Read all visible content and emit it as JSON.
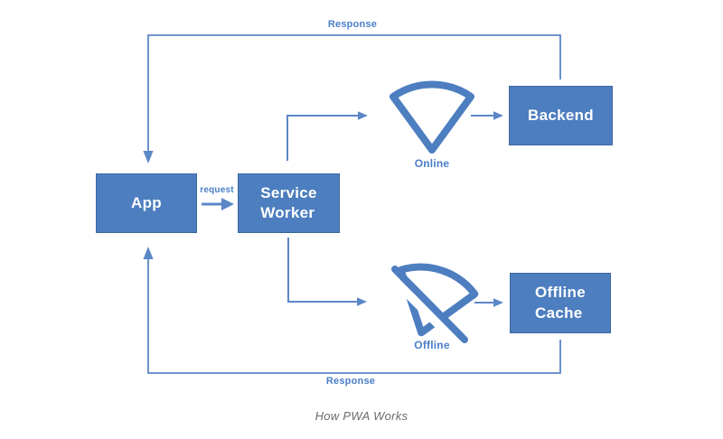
{
  "title": "How PWA Works",
  "colors": {
    "background": "#ffffff",
    "box_fill": "#4d7ebf",
    "box_border": "#3d689f",
    "box_text": "#ffffff",
    "line_blue": "#5b87c7",
    "icon_blue": "#4d7ec0",
    "label_blue": "#4a7ec9",
    "title_gray": "#6b6b6b"
  },
  "nodes": {
    "app": {
      "label": "App"
    },
    "service_worker": {
      "label": "Service\nWorker"
    },
    "backend": {
      "label": "Backend"
    },
    "offline_cache": {
      "label": "Offline\nCache"
    }
  },
  "edges": {
    "request": {
      "label": "request",
      "from": "App",
      "to": "Service Worker"
    },
    "response_top": {
      "label": "Response",
      "from": "Backend",
      "to": "App"
    },
    "response_bottom": {
      "label": "Response",
      "from": "Offline Cache",
      "to": "App"
    },
    "service_worker_to_online": {
      "label": ""
    },
    "online_to_backend": {
      "label": ""
    },
    "service_worker_to_offline": {
      "label": ""
    },
    "offline_to_cache": {
      "label": ""
    }
  },
  "icons": {
    "online": {
      "label": "Online"
    },
    "offline": {
      "label": "Offline"
    }
  }
}
